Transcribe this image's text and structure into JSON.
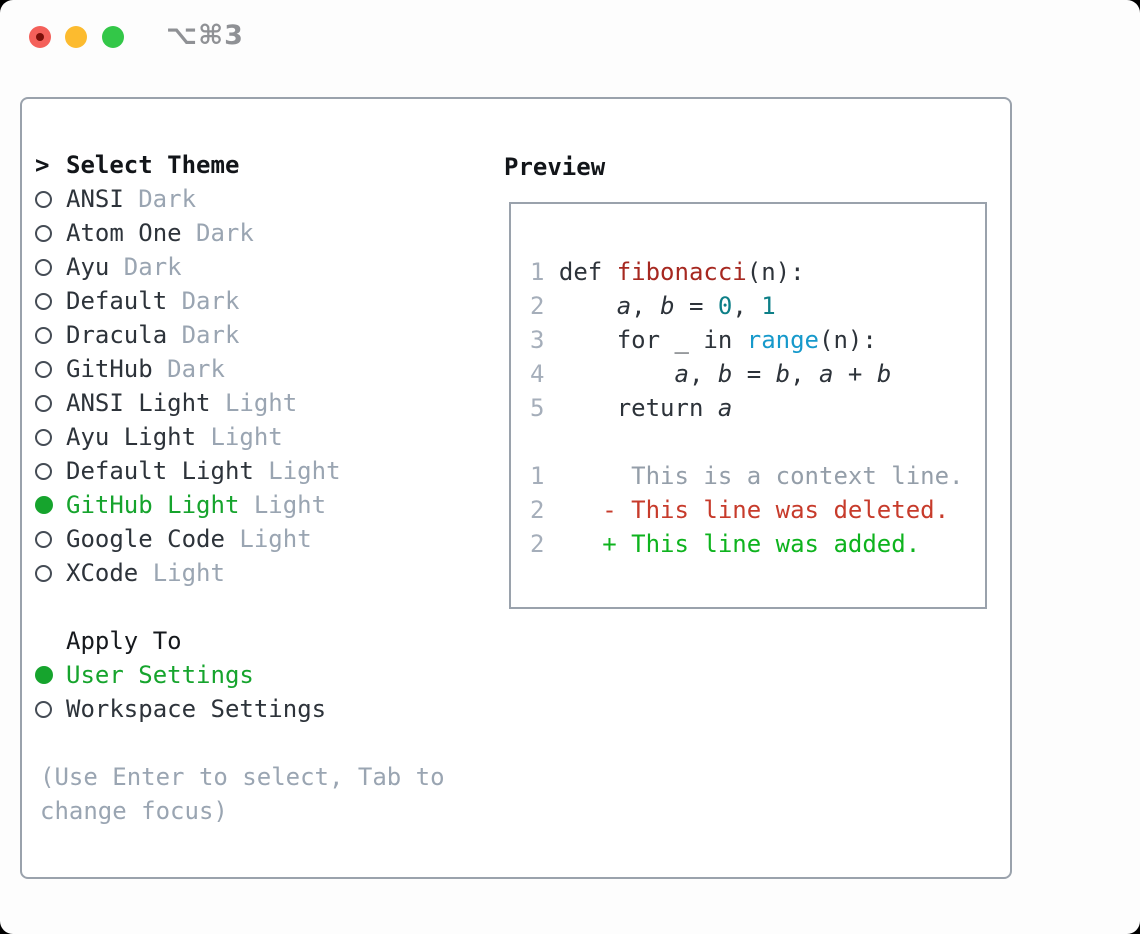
{
  "window": {
    "title": "⌥⌘3"
  },
  "titlebar": {
    "buttons": [
      "close",
      "minimize",
      "zoom"
    ]
  },
  "theme_panel": {
    "title_prefix": ">",
    "title": "Select Theme",
    "themes": [
      {
        "name": "ANSI",
        "variant": "Dark",
        "selected": false
      },
      {
        "name": "Atom One",
        "variant": "Dark",
        "selected": false
      },
      {
        "name": "Ayu",
        "variant": "Dark",
        "selected": false
      },
      {
        "name": "Default",
        "variant": "Dark",
        "selected": false
      },
      {
        "name": "Dracula",
        "variant": "Dark",
        "selected": false
      },
      {
        "name": "GitHub",
        "variant": "Dark",
        "selected": false
      },
      {
        "name": "ANSI Light",
        "variant": "Light",
        "selected": false
      },
      {
        "name": "Ayu Light",
        "variant": "Light",
        "selected": false
      },
      {
        "name": "Default Light",
        "variant": "Light",
        "selected": false
      },
      {
        "name": "GitHub Light",
        "variant": "Light",
        "selected": true
      },
      {
        "name": "Google Code",
        "variant": "Light",
        "selected": false
      },
      {
        "name": "XCode",
        "variant": "Light",
        "selected": false
      }
    ],
    "apply_to": {
      "title": "Apply To",
      "options": [
        {
          "name": "User Settings",
          "selected": true
        },
        {
          "name": "Workspace Settings",
          "selected": false
        }
      ]
    },
    "hint_lines": [
      "(Use Enter to select, Tab to",
      "change focus)"
    ]
  },
  "preview": {
    "title": "Preview",
    "lines": [
      {
        "tokens": [
          {
            "t": "1 ",
            "c": "ln"
          },
          {
            "t": "def ",
            "c": "pl"
          },
          {
            "t": "fibonacci",
            "c": "fn"
          },
          {
            "t": "(n):",
            "c": "pl"
          }
        ]
      },
      {
        "tokens": [
          {
            "t": "2 ",
            "c": "ln"
          },
          {
            "t": "    ",
            "c": "pl"
          },
          {
            "t": "a",
            "c": "va"
          },
          {
            "t": ", ",
            "c": "pl"
          },
          {
            "t": "b",
            "c": "va"
          },
          {
            "t": " = ",
            "c": "pl"
          },
          {
            "t": "0",
            "c": "nu"
          },
          {
            "t": ", ",
            "c": "pl"
          },
          {
            "t": "1",
            "c": "nu"
          }
        ]
      },
      {
        "tokens": [
          {
            "t": "3 ",
            "c": "ln"
          },
          {
            "t": "    for _ in ",
            "c": "pl"
          },
          {
            "t": "range",
            "c": "bl"
          },
          {
            "t": "(n):",
            "c": "pl"
          }
        ]
      },
      {
        "tokens": [
          {
            "t": "4 ",
            "c": "ln"
          },
          {
            "t": "        ",
            "c": "pl"
          },
          {
            "t": "a",
            "c": "va"
          },
          {
            "t": ", ",
            "c": "pl"
          },
          {
            "t": "b",
            "c": "va"
          },
          {
            "t": " = ",
            "c": "pl"
          },
          {
            "t": "b",
            "c": "va"
          },
          {
            "t": ", ",
            "c": "pl"
          },
          {
            "t": "a",
            "c": "va"
          },
          {
            "t": " + ",
            "c": "pl"
          },
          {
            "t": "b",
            "c": "va"
          }
        ]
      },
      {
        "tokens": [
          {
            "t": "5 ",
            "c": "ln"
          },
          {
            "t": "    return ",
            "c": "pl"
          },
          {
            "t": "a",
            "c": "va"
          }
        ]
      },
      {
        "tokens": []
      },
      {
        "tokens": [
          {
            "t": "1 ",
            "c": "ln"
          },
          {
            "t": "     This is a context line.",
            "c": "ct"
          }
        ]
      },
      {
        "tokens": [
          {
            "t": "2 ",
            "c": "ln"
          },
          {
            "t": "   - This line was deleted.",
            "c": "de"
          }
        ]
      },
      {
        "tokens": [
          {
            "t": "2 ",
            "c": "ln"
          },
          {
            "t": "   + This line was added.",
            "c": "ad"
          }
        ]
      }
    ]
  },
  "colors": {
    "border": "#9aa2ac",
    "text": "#2d333a",
    "heading": "#121519",
    "muted": "#9aa5b2",
    "linenum": "#a5aeba",
    "ctx": "#949ea9",
    "green": "#16a42d",
    "green-add": "#0eb31e",
    "red-del": "#c73b2b",
    "red-fn": "#a62820",
    "teal": "#0d7f87",
    "blue": "#1699cb",
    "title-gray": "#8f9195",
    "traffic-red": "#f4605a",
    "traffic-yellow": "#fcbb2f",
    "traffic-green": "#33c748"
  }
}
